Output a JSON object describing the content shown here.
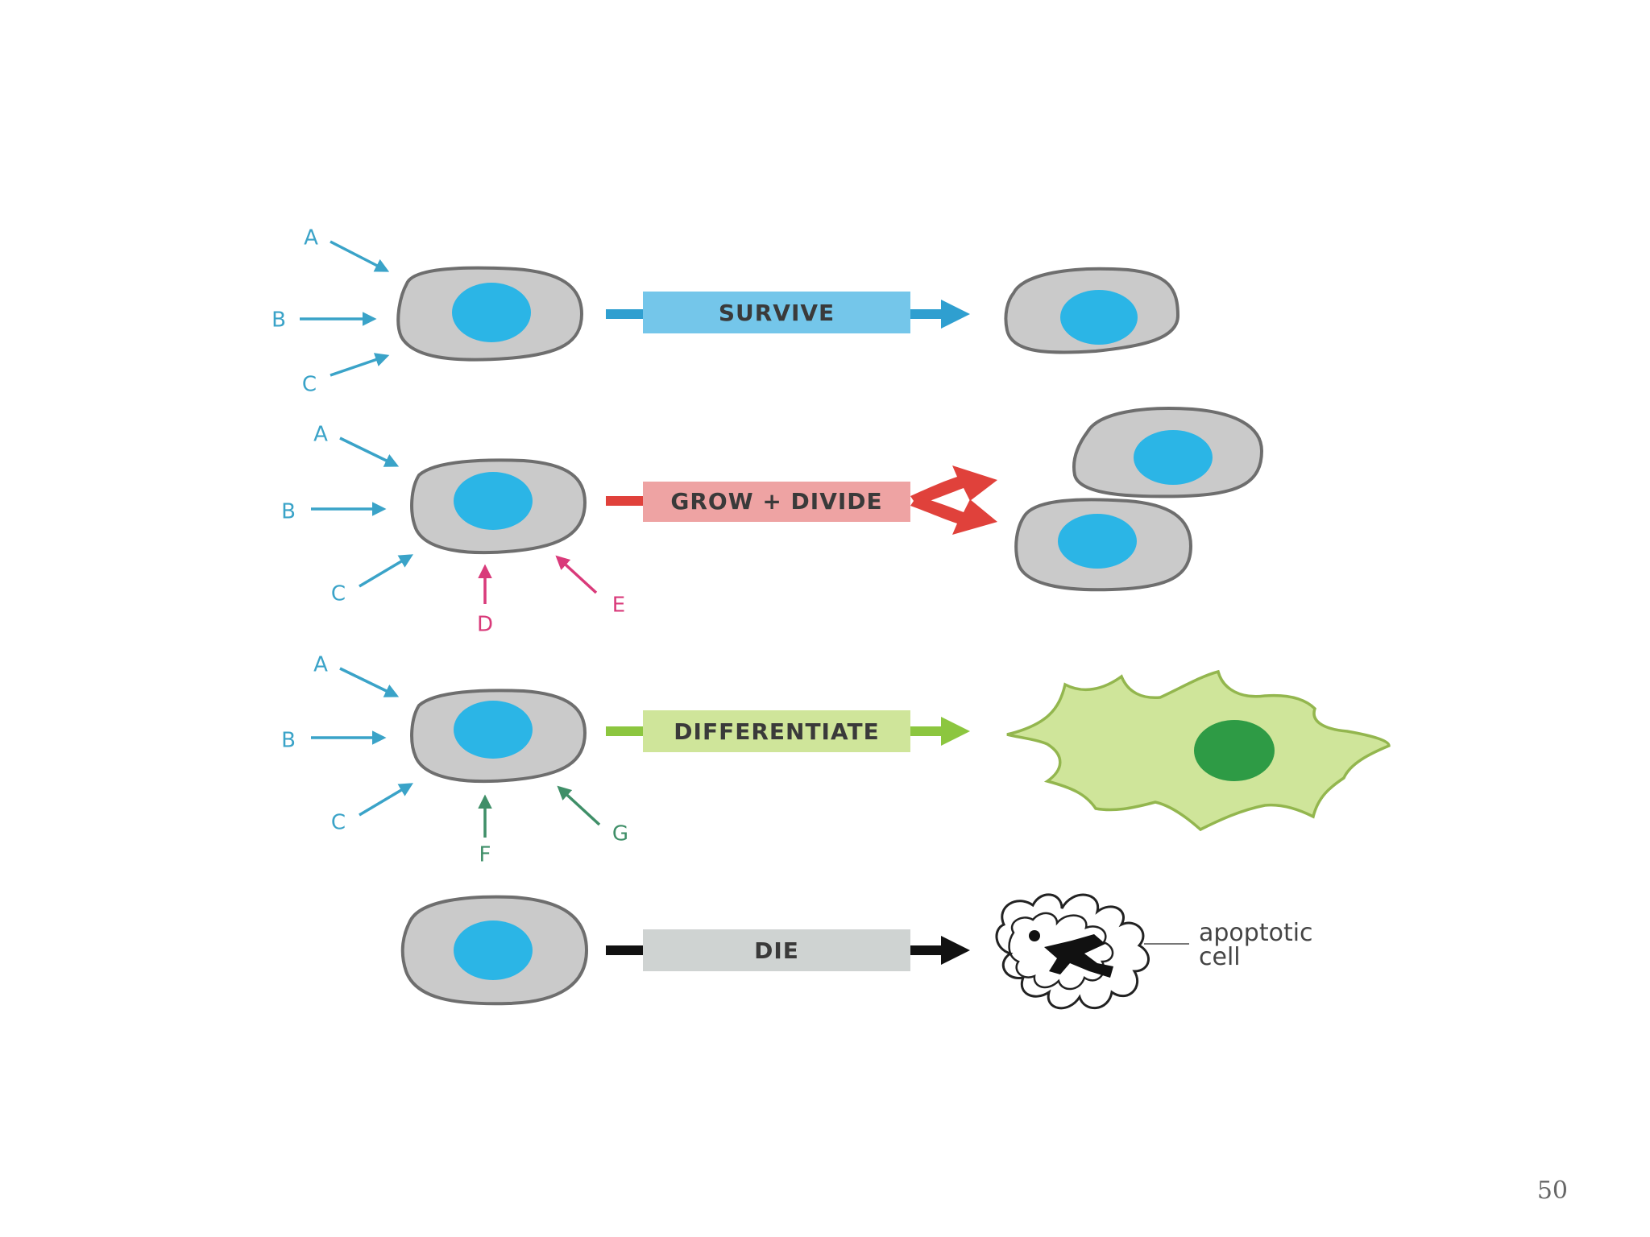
{
  "colors": {
    "cell_fill": "#cacaca",
    "cell_stroke": "#6e6e6e",
    "nucleus": "#2bb5e6",
    "signal_blue": "#3aa3c8",
    "signal_pink": "#d93a7a",
    "signal_green": "#3f8f68",
    "survive_box": "#74c6ea",
    "survive_arrow": "#2f9fd0",
    "grow_box": "#eea3a3",
    "grow_arrow": "#e0413b",
    "diff_box": "#cfe59a",
    "diff_arrow": "#8cc63f",
    "diff_cell_fill": "#cfe59a",
    "diff_cell_stroke": "#93b64e",
    "diff_nucleus": "#2e9b45",
    "die_box": "#cfd3d2",
    "die_arrow": "#111111"
  },
  "rows": [
    {
      "outcome": "SURVIVE",
      "signals": [
        "A",
        "B",
        "C"
      ]
    },
    {
      "outcome": "GROW + DIVIDE",
      "signals": [
        "A",
        "B",
        "C",
        "D",
        "E"
      ]
    },
    {
      "outcome": "DIFFERENTIATE",
      "signals": [
        "A",
        "B",
        "C",
        "F",
        "G"
      ]
    },
    {
      "outcome": "DIE",
      "signals": []
    }
  ],
  "apoptotic_label": {
    "line1": "apoptotic",
    "line2": "cell"
  },
  "slide_number": "50"
}
